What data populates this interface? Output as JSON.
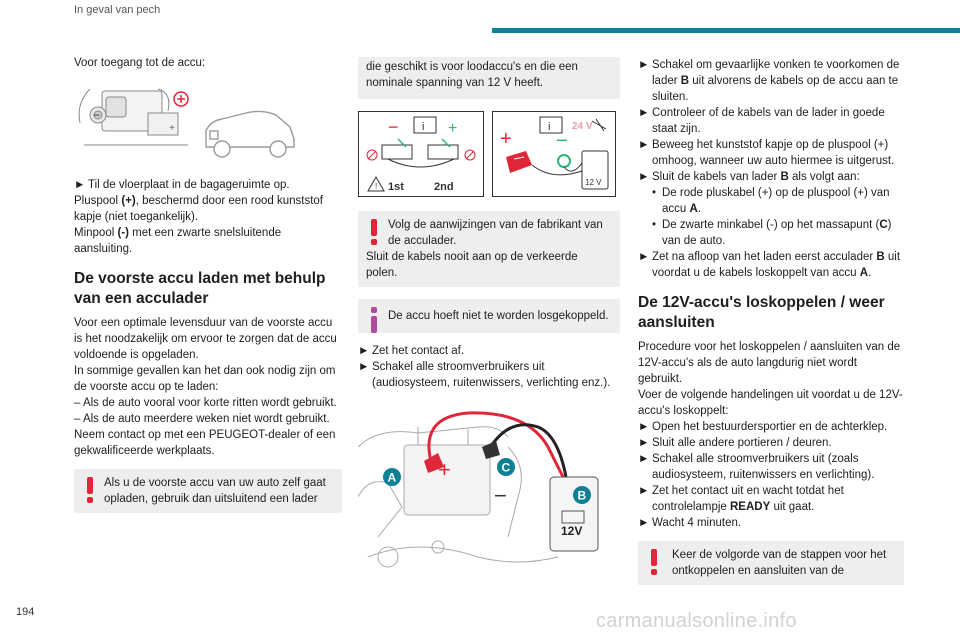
{
  "header": {
    "section_title": "In geval van pech"
  },
  "page_number": "194",
  "watermark": "carmanualsonline.info",
  "colors": {
    "accent": "#0e7f95",
    "warning": "#e0273a",
    "info": "#b04a9b",
    "note_bg": "#eeeeee"
  },
  "col1": {
    "intro": "Voor toegang tot de accu:",
    "step1": "Til de vloerplaat in de bagageruimte op.",
    "plus_pole_prefix": "Pluspool ",
    "plus_symbol": "(+)",
    "plus_pole_rest": ", beschermd door een rood kunststof kapje (niet toegankelijk).",
    "minus_pole_prefix": "Minpool ",
    "minus_symbol": "(-)",
    "minus_pole_rest": " met een zwarte snelsluitende aansluiting.",
    "heading": "De voorste accu laden met behulp van een acculader",
    "para1": "Voor een optimale levensduur van de voorste accu is het noodzakelijk om ervoor te zorgen dat de accu voldoende is opgeladen.",
    "para2": "In sommige gevallen kan het dan ook nodig zijn om de voorste accu op te laden:",
    "dash1": "– Als de auto vooral voor korte ritten wordt gebruikt.",
    "dash2": "– Als de auto meerdere weken niet wordt gebruikt.",
    "para3": "Neem contact op met een PEUGEOT-dealer of een gekwalificeerde werkplaats.",
    "warning": "Als u de voorste accu van uw auto zelf gaat opladen, gebruik dan uitsluitend een lader"
  },
  "col2": {
    "warning_cont": "die geschikt is voor loodaccu's en die een nominale spanning van 12 V heeft.",
    "diagram_left": {
      "label_1st": "1st",
      "label_2nd": "2nd"
    },
    "diagram_right": {
      "label_24v": "24 V",
      "label_12v": "12 V"
    },
    "warning2_line1": "Volg de aanwijzingen van de fabrikant van de acculader.",
    "warning2_line2": "Sluit de kabels nooit aan op de verkeerde polen.",
    "info": "De accu hoeft niet te worden losgekoppeld.",
    "step_contact": "Zet het contact af.",
    "step_consumers": "Schakel alle stroomverbruikers uit (audiosysteem, ruitenwissers, verlichting enz.).",
    "diagram_engine": {
      "label_a": "A",
      "label_b": "B",
      "label_c": "C",
      "charger_voltage": "12V"
    }
  },
  "col3": {
    "s1_prefix": "Schakel om gevaarlijke vonken te voorkomen de lader ",
    "s1_b": "B",
    "s1_rest": " uit alvorens de kabels op de accu aan te sluiten.",
    "s2": "Controleer of de kabels van de lader in goede staat zijn.",
    "s3": "Beweeg het kunststof kapje op de pluspool (+) omhoog, wanneer uw auto hiermee is uitgerust.",
    "s4_prefix": "Sluit de kabels van lader ",
    "s4_b": "B",
    "s4_rest": " als volgt aan:",
    "sub1_prefix": "De rode pluskabel (+) op de pluspool (+) van accu ",
    "sub1_a": "A",
    "sub1_end": ".",
    "sub2_prefix": "De zwarte minkabel (-) op het massapunt (",
    "sub2_c": "C",
    "sub2_rest": ") van de auto.",
    "s5_prefix": "Zet na afloop van het laden eerst acculader ",
    "s5_b": "B",
    "s5_mid": " uit voordat u de kabels loskoppelt van accu ",
    "s5_a": "A",
    "s5_end": ".",
    "heading": "De 12V-accu's loskoppelen / weer aansluiten",
    "para1": "Procedure voor het loskoppelen / aansluiten van de 12V-accu's als de auto langdurig niet wordt gebruikt.",
    "para2": "Voer de volgende handelingen uit voordat u de 12V-accu's loskoppelt:",
    "b1": "Open het bestuurdersportier en de achterklep.",
    "b2": "Sluit alle andere portieren / deuren.",
    "b3": "Schakel alle stroomverbruikers uit (zoals audiosysteem, ruitenwissers en verlichting).",
    "b4_prefix": "Zet het contact uit en wacht totdat het controlelampje ",
    "b4_ready": "READY",
    "b4_rest": " uit gaat.",
    "b5": "Wacht 4 minuten.",
    "warning": "Keer de volgorde van de stappen voor het ontkoppelen en aansluiten van de"
  }
}
